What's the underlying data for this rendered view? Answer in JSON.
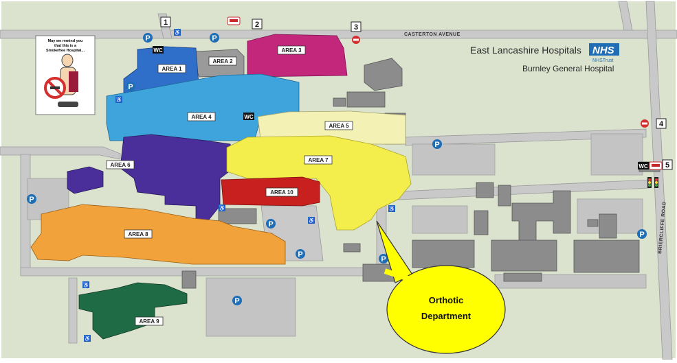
{
  "map": {
    "header": {
      "trust_name": "East Lancashire Hospitals",
      "nhs_logo": "NHS",
      "nhs_sub": "NHSTrust",
      "hospital_name": "Burnley General Hospital"
    },
    "streets": {
      "top": "CASTERTON AVENUE",
      "right": "BRIERCLIFFE ROAD"
    },
    "smoke_sign": {
      "lines": [
        "May we remind you",
        "that this is a",
        "Smokefree Hospital..."
      ],
      "icon": "no-smoking-icon"
    },
    "areas": [
      {
        "id": "area1",
        "label": "AREA 1",
        "color": "#2f6fc9"
      },
      {
        "id": "area2",
        "label": "AREA 2",
        "color": "#9a9a9a"
      },
      {
        "id": "area3",
        "label": "AREA 3",
        "color": "#c2277c"
      },
      {
        "id": "area4",
        "label": "AREA 4",
        "color": "#3fa3dc"
      },
      {
        "id": "area5",
        "label": "AREA 5",
        "color": "#f3f2b4"
      },
      {
        "id": "area6",
        "label": "AREA 6",
        "color": "#4a2f9a"
      },
      {
        "id": "area7",
        "label": "AREA 7",
        "color": "#f4ee4c"
      },
      {
        "id": "area8",
        "label": "AREA 8",
        "color": "#f2a23a"
      },
      {
        "id": "area9",
        "label": "AREA 9",
        "color": "#1f6b45"
      },
      {
        "id": "area10",
        "label": "AREA 10",
        "color": "#c8201f"
      }
    ],
    "entrances": [
      "1",
      "2",
      "3",
      "4",
      "5"
    ],
    "signs": {
      "parking": "P",
      "disabled": "♿",
      "toilet": "WC"
    },
    "callout": {
      "line1": "Orthotic",
      "line2": "Department",
      "fill": "#ffff00"
    },
    "colors": {
      "background": "#dbe3cf",
      "road": "#c9c9c9",
      "parking": "#1f6db5",
      "nhs_blue": "#1f6db5"
    }
  }
}
